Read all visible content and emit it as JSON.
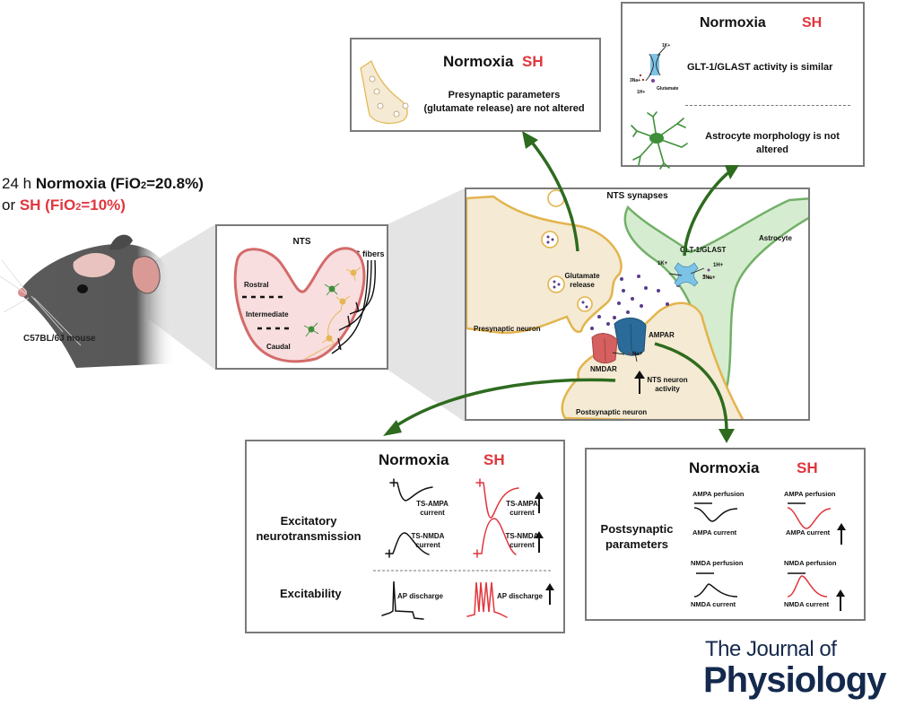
{
  "condition": {
    "line1_prefix": "24 h ",
    "line1_bold": "Normoxia (FiO",
    "line1_sub": "2",
    "line1_end": "=20.8%)",
    "line2_prefix": "or ",
    "line2_red": "SH (FiO",
    "line2_sub": "2",
    "line2_end": "=10%)"
  },
  "mouse": {
    "label": "C57BL/6J mouse"
  },
  "nts_panel": {
    "title": "NTS",
    "fibers_label": "TS fibers",
    "regions": [
      "Rostral",
      "Intermediate",
      "Caudal"
    ]
  },
  "presynaptic_box": {
    "normoxia": "Normoxia",
    "sh": "SH",
    "line1": "Presynaptic parameters",
    "line2": "(glutamate release) are not altered"
  },
  "astro_box": {
    "normoxia": "Normoxia",
    "sh": "SH",
    "transporter_finding": "GLT-1/GLAST activity is similar",
    "morph_line1": "Astrocyte morphology is not",
    "morph_line2": "altered",
    "icon_labels": {
      "k": "1K+",
      "na": "3Na+",
      "h": "1H+",
      "glu": "Glutamate"
    }
  },
  "synapse": {
    "title": "NTS synapses",
    "astrocyte": "Astrocyte",
    "transporter": "GLT-1/GLAST",
    "k_ion": "1K+",
    "h_ion": "1H+",
    "na3_ion": "3Na+",
    "glutamate_release_1": "Glutamate",
    "glutamate_release_2": "release",
    "presynaptic": "Presynaptic neuron",
    "ampar": "AMPAR",
    "nmdar": "NMDAR",
    "na_ion": "Na+",
    "activity_1": "NTS neuron",
    "activity_2": "activity",
    "postsynaptic": "Postsynaptic neuron"
  },
  "excit_box": {
    "normoxia": "Normoxia",
    "sh": "SH",
    "row1_label_1": "Excitatory",
    "row1_label_2": "neurotransmission",
    "ampa_1": "TS-AMPA",
    "ampa_2": "current",
    "nmda_1": "TS-NMDA",
    "nmda_2": "current",
    "row2_label": "Excitability",
    "ap": "AP discharge"
  },
  "post_box": {
    "normoxia": "Normoxia",
    "sh": "SH",
    "label_1": "Postsynaptic",
    "label_2": "parameters",
    "ampa_perf": "AMPA perfusion",
    "ampa_cur": "AMPA current",
    "nmda_perf": "NMDA perfusion",
    "nmda_cur": "NMDA current"
  },
  "journal": {
    "line1": "The Journal of",
    "line2": "Physiology"
  },
  "colors": {
    "sh_red": "#e0363d",
    "arrow_green": "#2e6b1f",
    "neuron_fill": "#f5ead3",
    "neuron_stroke": "#e2b44d",
    "astro_fill": "#d6ecd0",
    "astro_stroke": "#72b068",
    "nts_fill": "#f8dede",
    "nts_stroke": "#d46a6a",
    "journal_navy": "#14294d"
  }
}
